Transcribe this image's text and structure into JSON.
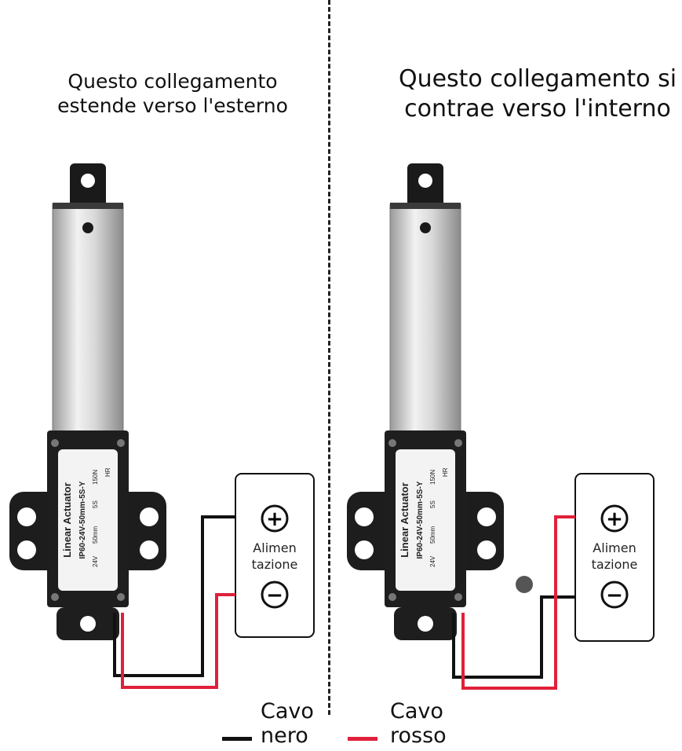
{
  "titles": {
    "left": "Questo collegamento estende verso l'esterno",
    "right": "Questo collegamento si contrae verso l'interno"
  },
  "actuator": {
    "label_name": "Linear Actuator",
    "label_model": "IP60-24V-50mm-5S-Y",
    "label_voltage": "24V",
    "label_stroke": "50mm",
    "label_speed": "5S",
    "label_force": "150N",
    "label_code": "HR"
  },
  "power_supply": {
    "label_line1": "Alimen",
    "label_line2": "tazione",
    "plus_symbol": "+",
    "minus_symbol": "−"
  },
  "legend": {
    "black": {
      "label_line1": "Cavo",
      "label_line2": "nero",
      "color": "#111111"
    },
    "red": {
      "label_line1": "Cavo",
      "label_line2": "rosso",
      "color": "#e0203a"
    }
  }
}
